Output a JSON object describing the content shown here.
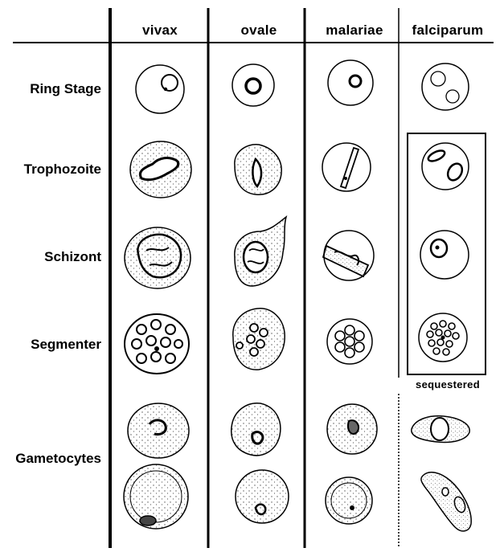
{
  "columns": [
    {
      "key": "vivax",
      "label": "vivax"
    },
    {
      "key": "ovale",
      "label": "ovale"
    },
    {
      "key": "malariae",
      "label": "malariae"
    },
    {
      "key": "falciparum",
      "label": "falciparum"
    }
  ],
  "rows": [
    {
      "key": "ring",
      "label": "Ring Stage"
    },
    {
      "key": "trophozoite",
      "label": "Trophozoite"
    },
    {
      "key": "schizont",
      "label": "Schizont"
    },
    {
      "key": "segmenter",
      "label": "Segmenter"
    },
    {
      "key": "gametocytes",
      "label": "Gametocytes"
    }
  ],
  "falciparum_box_note": "sequestered",
  "colors": {
    "ink": "#000000",
    "background": "#ffffff",
    "stipple": "#555555"
  }
}
